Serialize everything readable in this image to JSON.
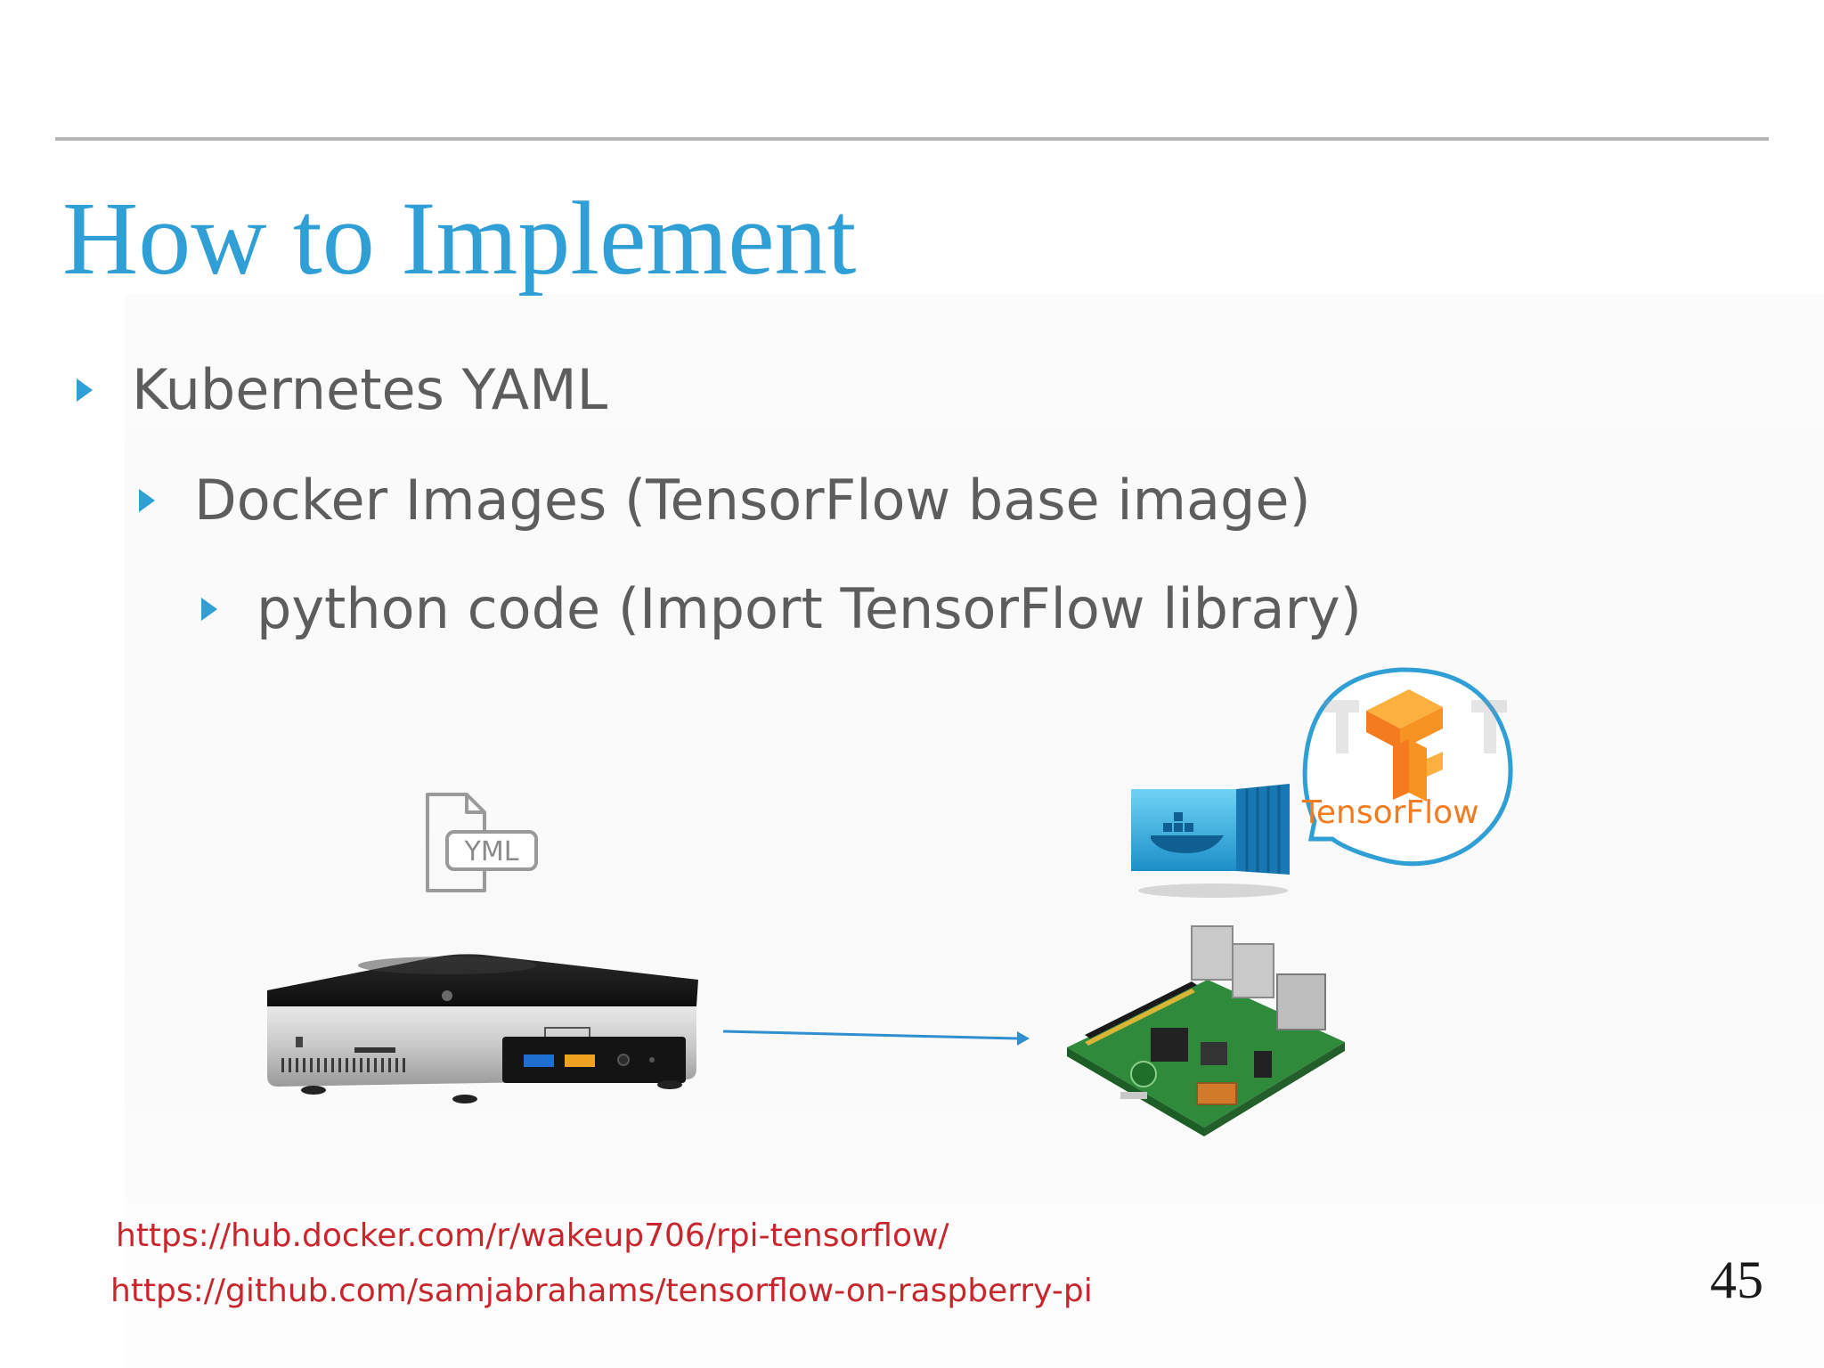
{
  "slide": {
    "title": "How to Implement",
    "bullets": [
      "Kubernetes YAML",
      "Docker Images (TensorFlow base image)",
      "python code (Import TensorFlow library)"
    ],
    "diagram": {
      "yml_icon_label": "YML",
      "tensorflow_logo_text": "TensorFlow"
    },
    "links": [
      "https://hub.docker.com/r/wakeup706/rpi-tensorflow/",
      "https://github.com/samjabrahams/tensorflow-on-raspberry-pi"
    ],
    "page_number": "45"
  },
  "colors": {
    "title": "#2f9fd6",
    "bullet_text": "#5d5d5d",
    "bullet_marker": "#2f9fd6",
    "link": "#c8262d",
    "rule": "#b6b6b6",
    "tensorflow_orange": "#f79320"
  }
}
